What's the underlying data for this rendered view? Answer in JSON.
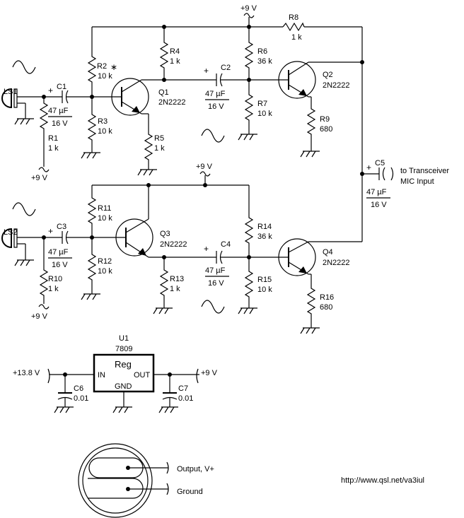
{
  "supply_top": "+9 V",
  "supply_mid": "+9 V",
  "r8": {
    "ref": "R8",
    "val": "1 k"
  },
  "ls1": "LS1",
  "ls2": "LS2",
  "c1": {
    "ref": "C1",
    "val": "47 µF",
    "volt": "16 V"
  },
  "c2": {
    "ref": "C2",
    "val": "47 µF",
    "volt": "16 V"
  },
  "c3": {
    "ref": "C3",
    "val": "47 µF",
    "volt": "16 V"
  },
  "c4": {
    "ref": "C4",
    "val": "47 µF",
    "volt": "16 V"
  },
  "c5": {
    "ref": "C5",
    "val": "47 µF",
    "volt": "16 V"
  },
  "r1": {
    "ref": "R1",
    "val": "1 k"
  },
  "r2": {
    "ref": "R2",
    "star": "∗",
    "val": "10 k"
  },
  "r3": {
    "ref": "R3",
    "val": "10 k"
  },
  "r4": {
    "ref": "R4",
    "val": "1 k"
  },
  "r5": {
    "ref": "R5",
    "val": "1 k"
  },
  "r6": {
    "ref": "R6",
    "val": "36 k"
  },
  "r7": {
    "ref": "R7",
    "val": "10 k"
  },
  "r9": {
    "ref": "R9",
    "val": "680"
  },
  "r10": {
    "ref": "R10",
    "val": "1 k"
  },
  "r11": {
    "ref": "R11",
    "val": "10 k"
  },
  "r12": {
    "ref": "R12",
    "val": "10 k"
  },
  "r13": {
    "ref": "R13",
    "val": "1 k"
  },
  "r14": {
    "ref": "R14",
    "val": "36 k"
  },
  "r15": {
    "ref": "R15",
    "val": "10 k"
  },
  "r16": {
    "ref": "R16",
    "val": "680"
  },
  "q1": {
    "ref": "Q1",
    "part": "2N2222"
  },
  "q2": {
    "ref": "Q2",
    "part": "2N2222"
  },
  "q3": {
    "ref": "Q3",
    "part": "2N2222"
  },
  "q4": {
    "ref": "Q4",
    "part": "2N2222"
  },
  "r1_supply": "+9 V",
  "r10_supply": "+9 V",
  "output_label_1": "to Transceiver",
  "output_label_2": "MIC Input",
  "u1": {
    "ref": "U1",
    "part": "7809",
    "body": "Reg",
    "in": "IN",
    "out": "OUT",
    "gnd": "GND"
  },
  "vin": "+13.8 V",
  "vout": "+9 V",
  "c6": {
    "ref": "C6",
    "val": "0.01"
  },
  "c7": {
    "ref": "C7",
    "val": "0.01"
  },
  "jack_output": "Output, V+",
  "jack_ground": "Ground",
  "url": "http://www.qsl.net/va3iul"
}
